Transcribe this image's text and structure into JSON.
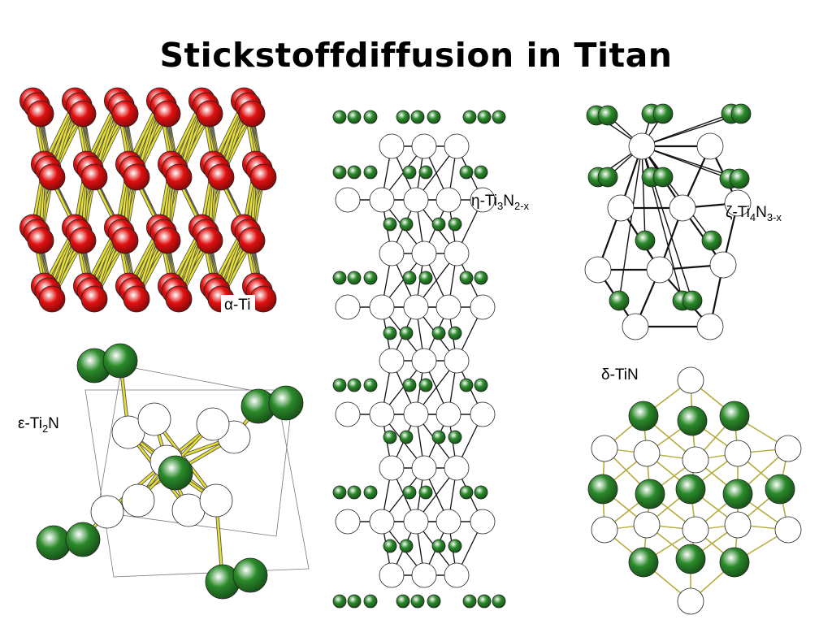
{
  "title": "Stickstoffdiffusion in Titan",
  "structures": {
    "alpha_ti": {
      "greek": "α",
      "formula": "-Ti"
    },
    "epsilon_ti2n": {
      "greek": "ε",
      "base": "-Ti",
      "sub1": "2",
      "end": "N"
    },
    "eta_ti3n2x": {
      "greek": "η",
      "base": "-Ti",
      "sub1": "3",
      "mid": "N",
      "sub2": "2-x"
    },
    "zeta_ti4n3x": {
      "greek": "ζ",
      "base": "-Ti",
      "sub1": "4",
      "mid": "N",
      "sub2": "3-x"
    },
    "delta_tin": {
      "greek": "δ",
      "formula": "-TiN"
    }
  },
  "colors": {
    "titanium_alpha": "#e01010",
    "nitrogen": "#2a8a2a",
    "titanium_white": "#ffffff",
    "bond_yellow": "#e8e030",
    "bond_dark": "#111111",
    "bond_olive": "#b5ad40"
  }
}
